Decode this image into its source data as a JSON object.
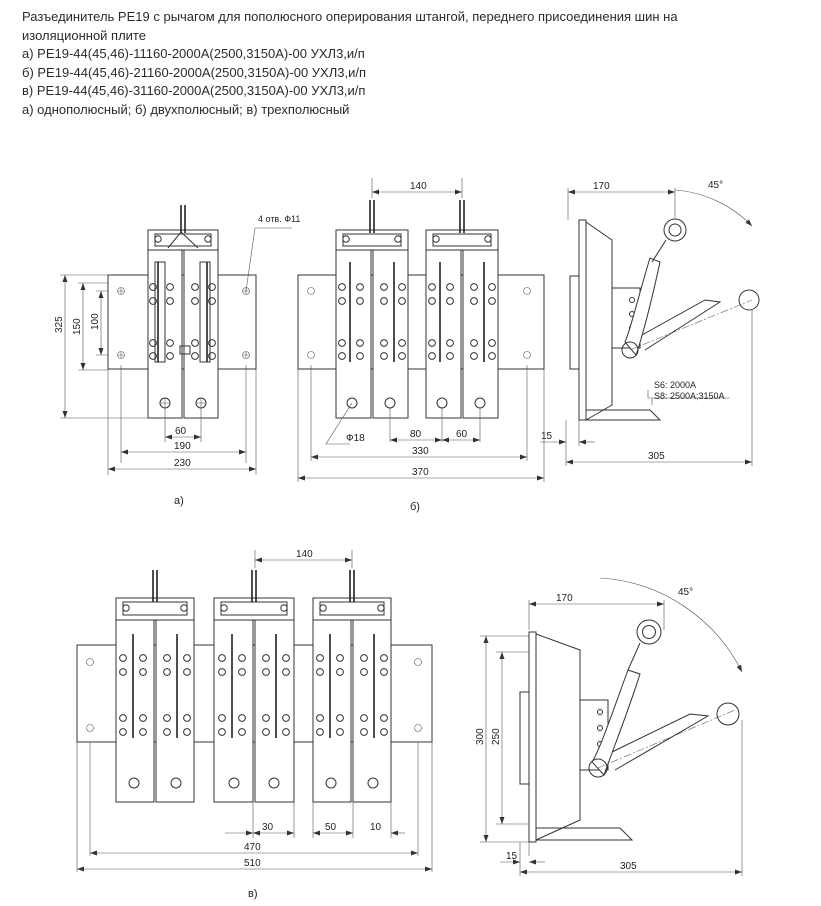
{
  "header": {
    "title_line1": "Разъединитель РЕ19 с рычагом для пополюсного оперирования штангой, переднего присоединения шин на",
    "title_line2": "изоляционной плите",
    "variant_a": "а) РЕ19-44(45,46)-11160-2000А(2500,3150А)-00 УХЛ3,и/п",
    "variant_b": "б) РЕ19-44(45,46)-21160-2000А(2500,3150А)-00 УХЛ3,и/п",
    "variant_c": "в) РЕ19-44(45,46)-31160-2000А(2500,3150А)-00 УХЛ3,и/п",
    "legend": "а) однополюсный;  б) двухполюсный;  в) трехполюсный"
  },
  "views": {
    "a": {
      "caption": "а)",
      "dims": {
        "holes": "4 отв. Ф11",
        "h325": "325",
        "h150": "150",
        "h100": "100",
        "w60": "60",
        "w190": "190",
        "w230": "230"
      }
    },
    "b": {
      "caption": "б)",
      "dims": {
        "w140": "140",
        "phi18": "Ф18",
        "w80": "80",
        "w60": "60",
        "w330": "330",
        "w370": "370"
      }
    },
    "side1": {
      "dims": {
        "w170": "170",
        "angle": "45°",
        "w15": "15",
        "w305": "305",
        "s6": "S6: 2000A",
        "s8": "S8: 2500A;3150A"
      }
    },
    "c": {
      "caption": "в)",
      "dims": {
        "w140": "140",
        "w30": "30",
        "w50": "50",
        "w10": "10",
        "w470": "470",
        "w510": "510"
      }
    },
    "side2": {
      "dims": {
        "w170": "170",
        "angle": "45°",
        "h300": "300",
        "h250": "250",
        "w15": "15",
        "w305": "305"
      }
    }
  }
}
